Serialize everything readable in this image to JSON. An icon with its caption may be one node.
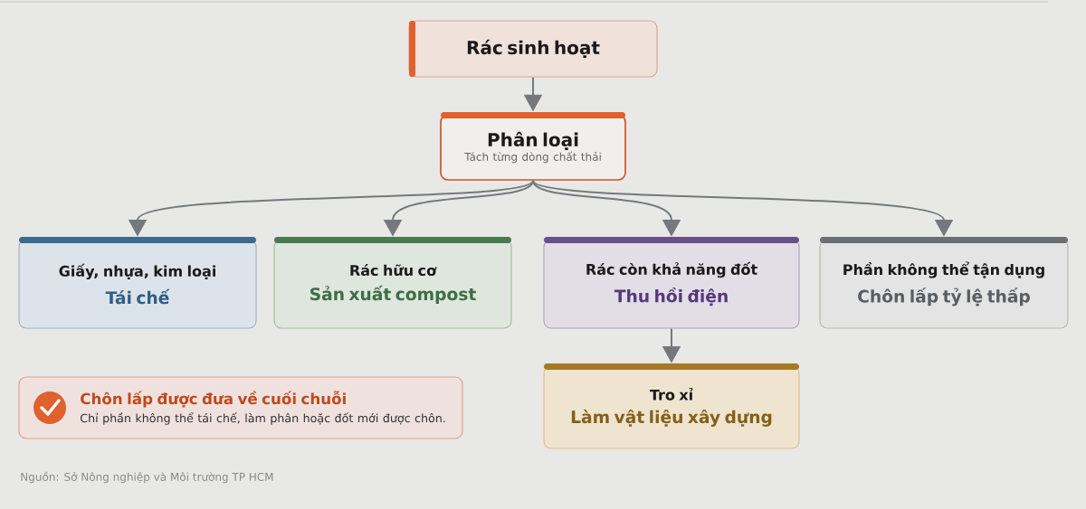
{
  "diagram": {
    "nodes": [
      {
        "text": [
          "Rác sinh hoạt"
        ]
      },
      {
        "text": [
          "Phân loại",
          "Tách từng dòng chất thải"
        ]
      },
      {
        "text": [
          "Giấy, nhựa, kim loại",
          "Tái chế"
        ]
      },
      {
        "text": [
          "Rác hữu cơ",
          "Sản xuất compost"
        ]
      },
      {
        "text": [
          "Rác còn khả năng đốt",
          "Thu hồi điện"
        ]
      },
      {
        "text": [
          "Phần không thể tận dụng",
          "Chôn lấp tỷ lệ thấp"
        ]
      },
      {
        "text": [
          "Tro xỉ",
          "Làm vật liệu xây dựng"
        ]
      },
      {
        "text": [
          "Chôn lấp được đưa về cuối chuỗi",
          "Chỉ phần không thể tái chế, làm phân hoặc đốt mới được chôn."
        ]
      }
    ],
    "edges": [
      {
        "from": 0,
        "to": 1,
        "arrow": "to"
      },
      {
        "from": 1,
        "to": 2,
        "arrow": "to"
      },
      {
        "from": 1,
        "to": 3,
        "arrow": "to"
      },
      {
        "from": 1,
        "to": 4,
        "arrow": "to"
      },
      {
        "from": 1,
        "to": 5,
        "arrow": "to"
      },
      {
        "from": 4,
        "to": 6,
        "arrow": "to"
      }
    ],
    "labels": [
      "Nguồn: Sở Nông nghiệp và Môi trường TP HCM"
    ]
  }
}
